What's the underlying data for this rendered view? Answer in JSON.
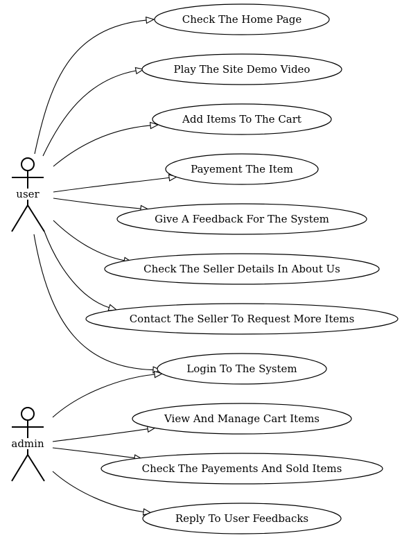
{
  "actors": [
    {
      "id": "user",
      "label": "user"
    },
    {
      "id": "admin",
      "label": "admin"
    }
  ],
  "use_cases": [
    {
      "id": "uc1",
      "label": "Check The Home Page"
    },
    {
      "id": "uc2",
      "label": "Play The Site Demo Video"
    },
    {
      "id": "uc3",
      "label": "Add Items To The Cart"
    },
    {
      "id": "uc4",
      "label": "Payement The Item"
    },
    {
      "id": "uc5",
      "label": "Give A Feedback For The System"
    },
    {
      "id": "uc6",
      "label": "Check The Seller Details In About Us"
    },
    {
      "id": "uc7",
      "label": "Contact The Seller To Request More Items"
    },
    {
      "id": "uc8",
      "label": "Login To The System"
    },
    {
      "id": "uc9",
      "label": "View And Manage Cart Items"
    },
    {
      "id": "uc10",
      "label": "Check The Payements And Sold Items"
    },
    {
      "id": "uc11",
      "label": "Reply To User Feedbacks"
    }
  ],
  "associations": [
    {
      "from": "user",
      "to": "uc1"
    },
    {
      "from": "user",
      "to": "uc2"
    },
    {
      "from": "user",
      "to": "uc3"
    },
    {
      "from": "user",
      "to": "uc4"
    },
    {
      "from": "user",
      "to": "uc5"
    },
    {
      "from": "user",
      "to": "uc6"
    },
    {
      "from": "user",
      "to": "uc7"
    },
    {
      "from": "user",
      "to": "uc8"
    },
    {
      "from": "admin",
      "to": "uc8"
    },
    {
      "from": "admin",
      "to": "uc9"
    },
    {
      "from": "admin",
      "to": "uc10"
    },
    {
      "from": "admin",
      "to": "uc11"
    }
  ]
}
